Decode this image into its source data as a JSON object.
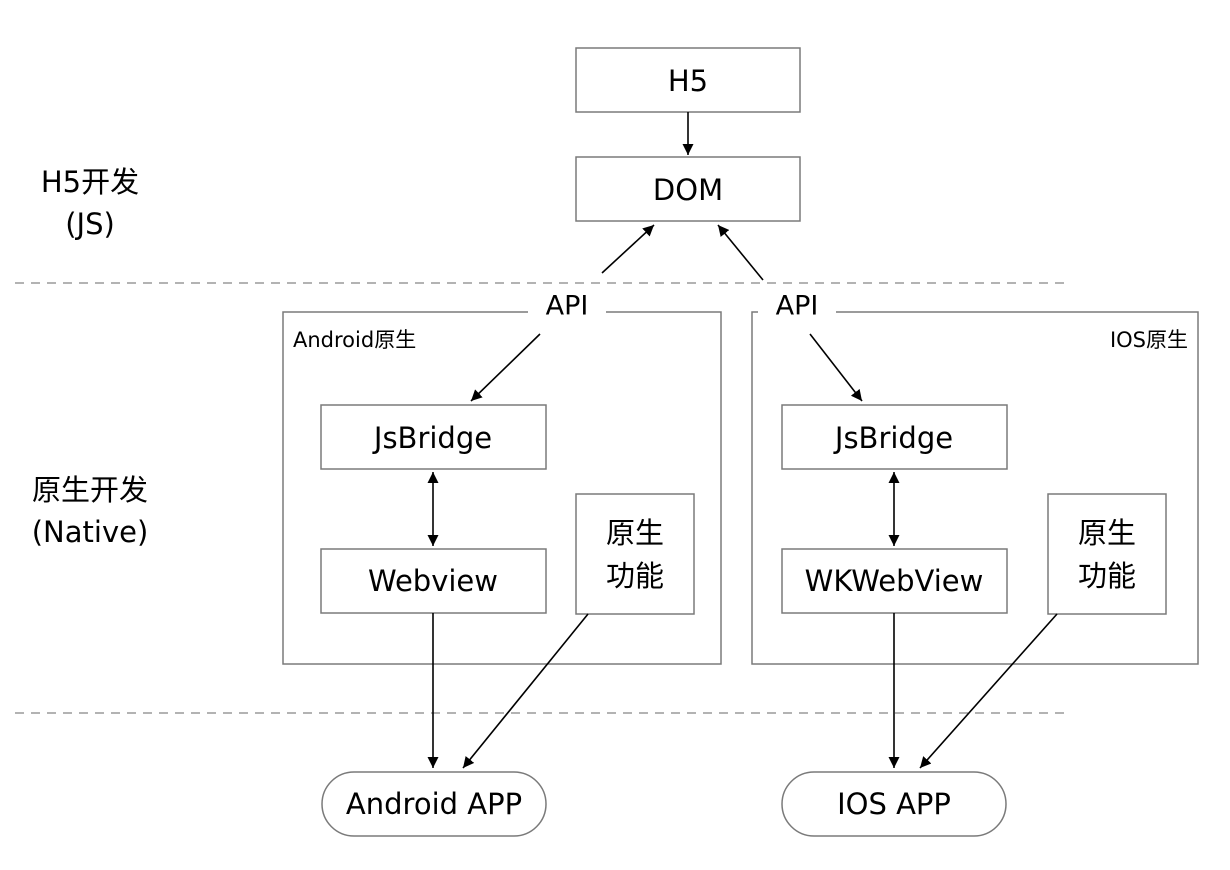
{
  "layers": {
    "h5": {
      "line1": "H5开发",
      "line2": "(JS)"
    },
    "native": {
      "line1": "原生开发",
      "line2": "(Native)"
    }
  },
  "top": {
    "h5": "H5",
    "dom": "DOM"
  },
  "android": {
    "api": "API",
    "title": "Android原生",
    "jsbridge": "JsBridge",
    "webview": "Webview",
    "native_func_line1": "原生",
    "native_func_line2": "功能",
    "app": "Android APP"
  },
  "ios": {
    "api": "API",
    "title": "IOS原生",
    "jsbridge": "JsBridge",
    "webview": "WKWebView",
    "native_func_line1": "原生",
    "native_func_line2": "功能",
    "app": "IOS APP"
  },
  "colors": {
    "stroke": "#7a7a7a",
    "arrow": "#000000",
    "divider": "#9a9a9a",
    "text": "#111111"
  }
}
